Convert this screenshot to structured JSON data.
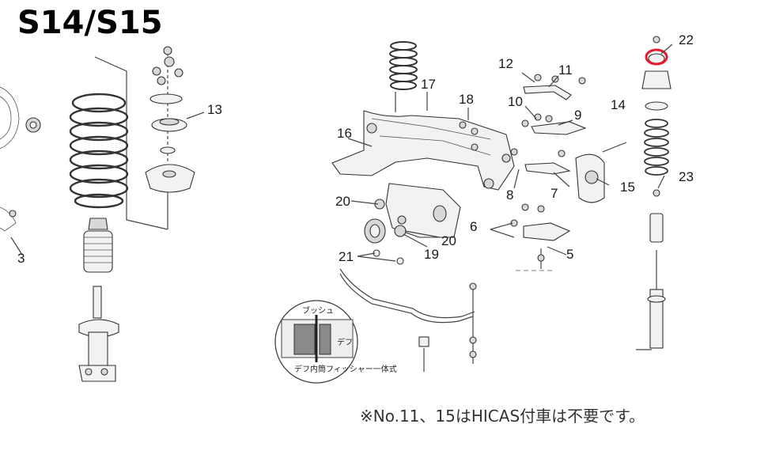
{
  "title": "S14/S15",
  "note": "※No.11、15はHICAS付車は不要です。",
  "inset": {
    "label_top": "ブッシュ",
    "label_right": "デフ",
    "label_bottom": "デフ内筒フィッシャー一体式"
  },
  "highlight_color": "#e8192c",
  "callouts": [
    "3",
    "13",
    "22",
    "17",
    "18",
    "12",
    "11",
    "10",
    "9",
    "14",
    "16",
    "15",
    "23",
    "20",
    "8",
    "7",
    "6",
    "20",
    "19",
    "5",
    "21"
  ]
}
